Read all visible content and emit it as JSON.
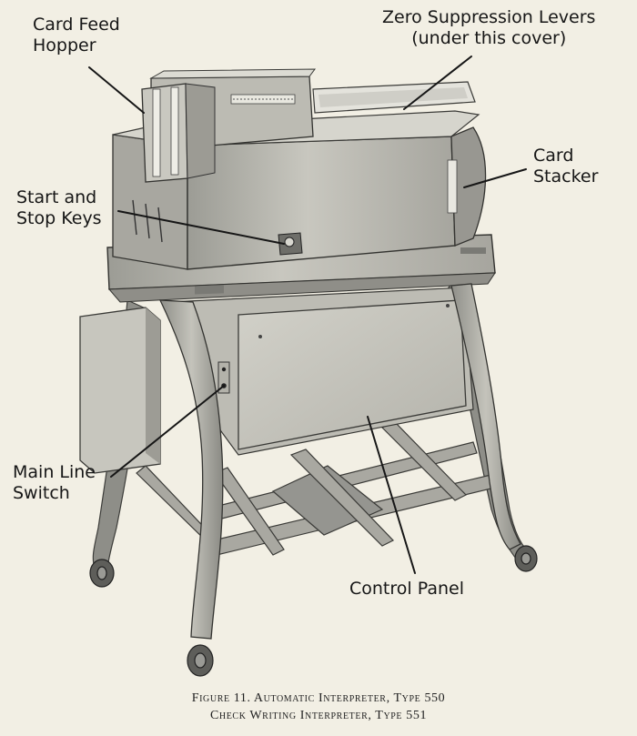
{
  "labels": {
    "card_feed_hopper": [
      "Card Feed",
      "Hopper"
    ],
    "zero_suppression": [
      "Zero Suppression Levers",
      "(under this cover)"
    ],
    "card_stacker": [
      "Card",
      "Stacker"
    ],
    "start_stop_keys": [
      "Start and",
      "Stop Keys"
    ],
    "main_line_switch": [
      "Main Line",
      "Switch"
    ],
    "control_panel": [
      "Control Panel"
    ]
  },
  "caption": {
    "line1": "Figure 11. Automatic Interpreter, Type 550",
    "line2": "Check Writing Interpreter, Type 551"
  },
  "colors": {
    "background": "#f2efe4",
    "machine_light": "#c9c8c0",
    "machine_mid": "#a9a9a2",
    "machine_dark": "#6c6c68",
    "ink": "#161616"
  }
}
